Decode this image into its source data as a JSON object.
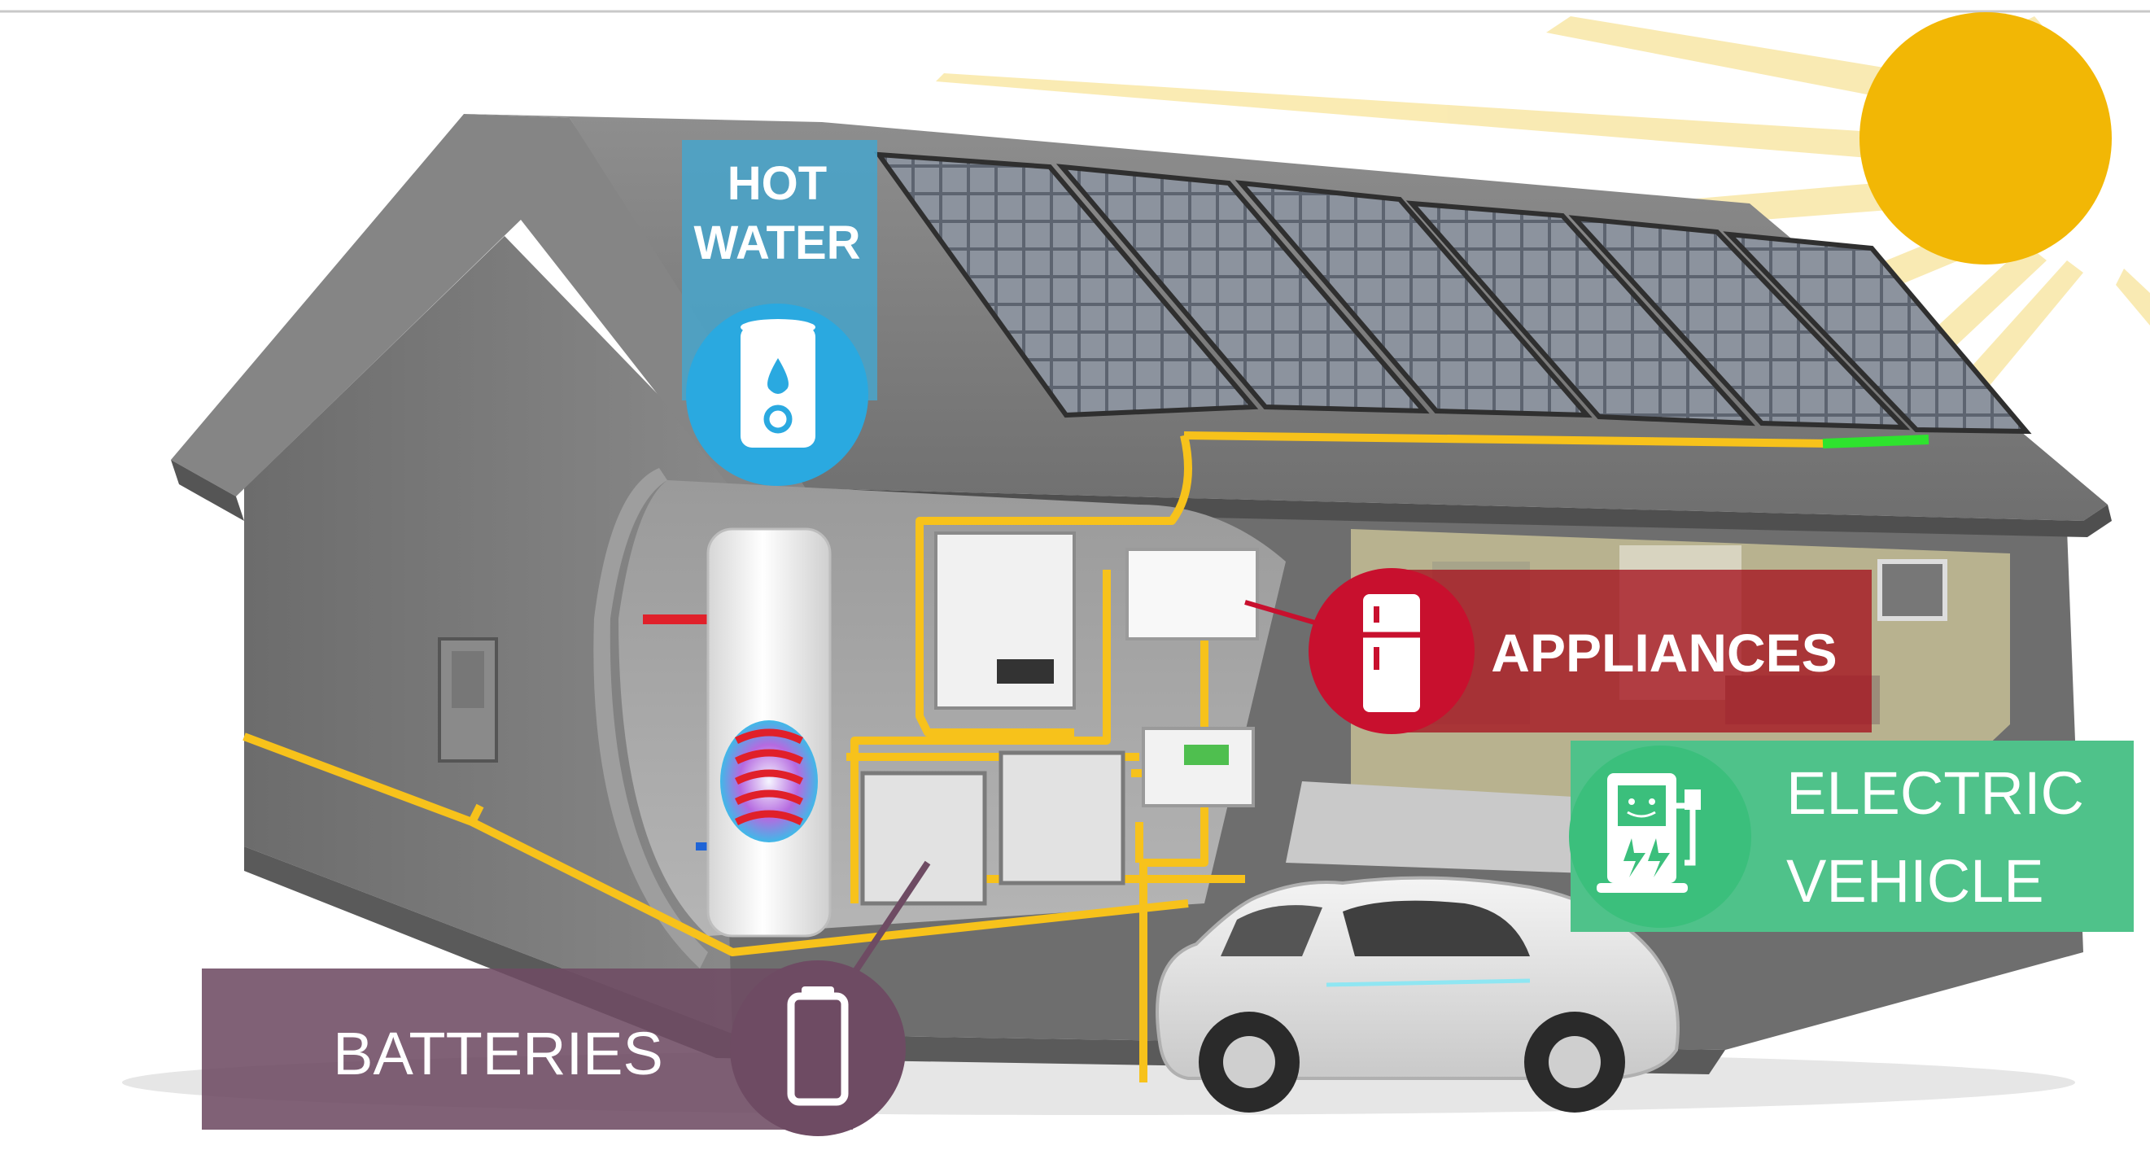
{
  "labels": {
    "hot_water_line1": "HOT",
    "hot_water_line2": "WATER",
    "appliances": "APPLIANCES",
    "electric_line1": "ELECTRIC",
    "electric_line2": "VEHICLE",
    "batteries": "BATTERIES"
  },
  "colors": {
    "hot_water": "#2aa9e0",
    "appliances": "#c8102e",
    "electric_vehicle": "#4fc28a",
    "batteries": "#6e4b63",
    "wiring": "#f7c21b",
    "sun": "#f2b705",
    "house": "#7b7b7b"
  }
}
